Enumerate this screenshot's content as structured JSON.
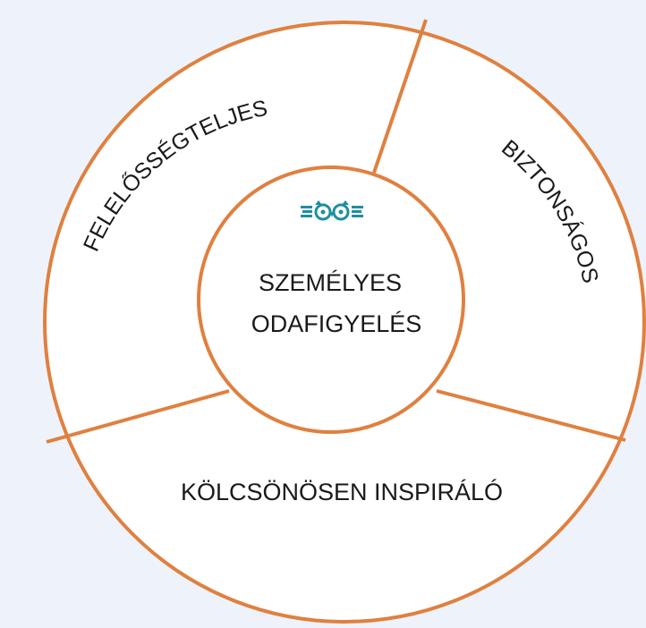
{
  "colors": {
    "background": "#eef3fb",
    "ring_stroke": "#e0803f",
    "fill": "#ffffff",
    "text": "#1a1a1a",
    "logo": "#1f8fa0"
  },
  "center": {
    "logo_icon": "owl-logo-icon",
    "line1": "SZEMÉLYES",
    "line2": "ODAFIGYELÉS"
  },
  "segments": {
    "top_left": "FELELŐSSÉGTELJES",
    "right": "BIZTONSÁGOS",
    "bottom": "KÖLCSÖNÖSEN INSPIRÁLÓ"
  }
}
